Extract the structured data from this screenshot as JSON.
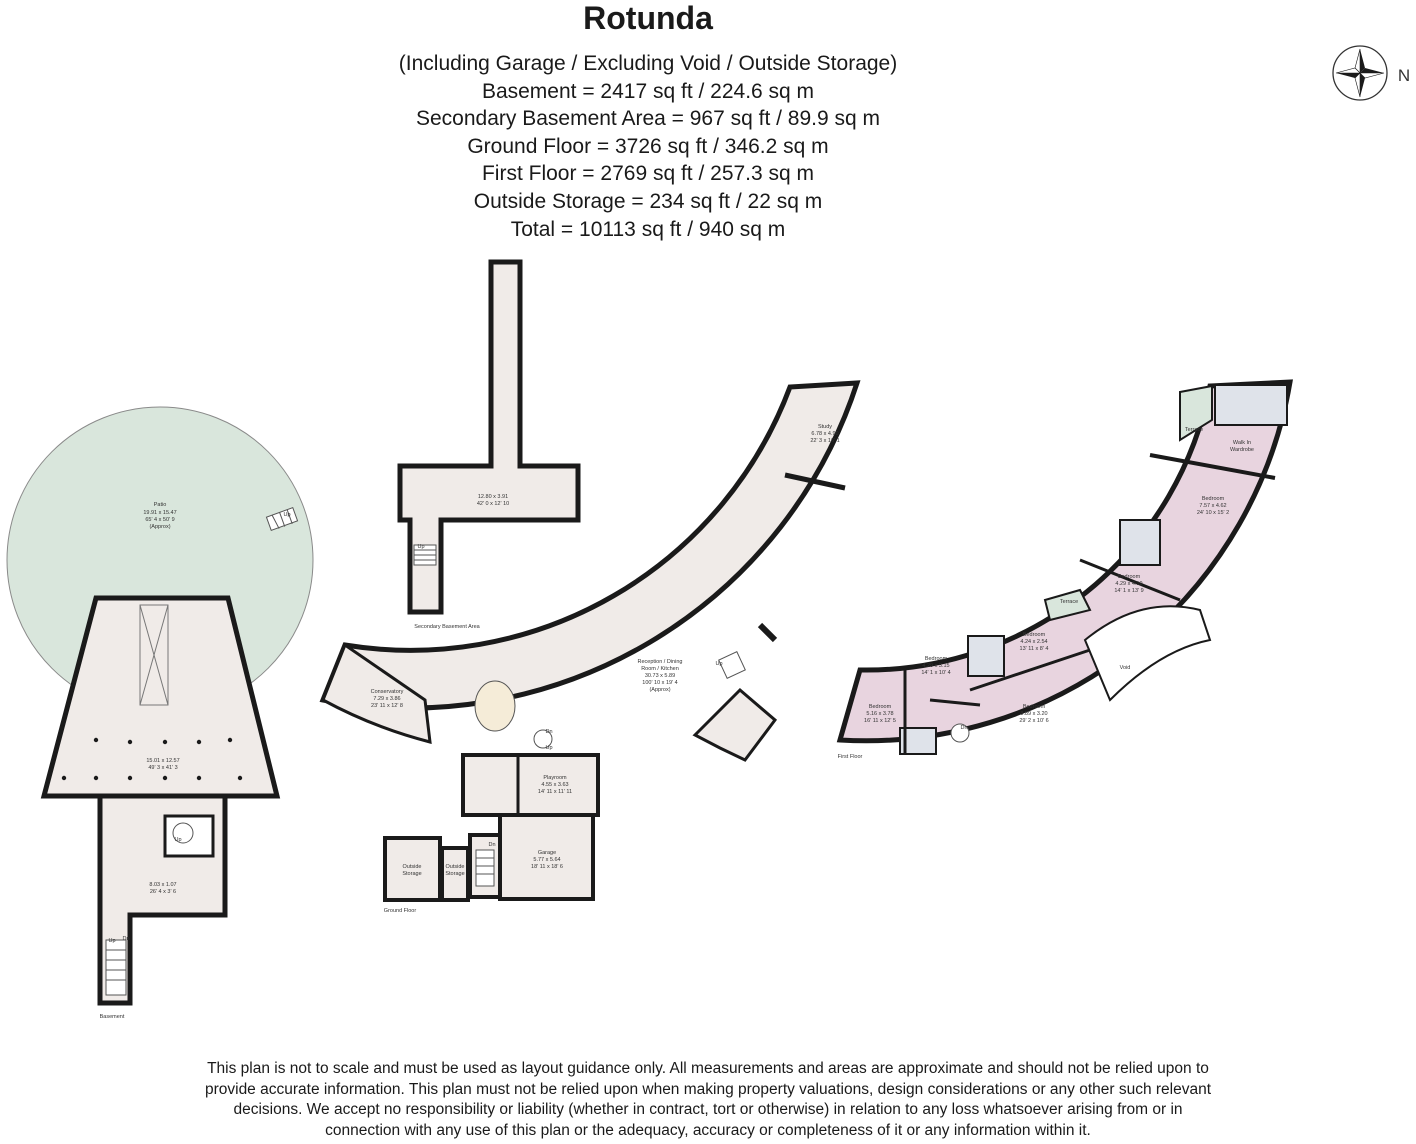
{
  "title": "Rotunda",
  "areas": [
    "(Including Garage / Excluding Void / Outside Storage)",
    "Basement = 2417 sq ft / 224.6 sq m",
    "Secondary Basement Area  = 967 sq ft / 89.9 sq m",
    "Ground Floor = 3726 sq ft / 346.2 sq m",
    "First Floor = 2769 sq ft / 257.3 sq m",
    "Outside Storage = 234 sq ft / 22 sq m",
    "Total = 10113 sq ft / 940 sq m"
  ],
  "compass": {
    "label": "N"
  },
  "colors": {
    "patio": "#d9e6dc",
    "floor": "#f0ebe8",
    "bedroom": "#e8d4df",
    "wall": "#1a1a1a",
    "terrace": "#d9e6dc"
  },
  "floors": {
    "basement": {
      "name": "Basement",
      "patio": {
        "label": "Patio",
        "dims_m": "19.91 x 15.47",
        "dims_ft": "65' 4 x 50' 9",
        "note": "(Approx)"
      },
      "main_room": {
        "dims_m": "15.01 x 12.57",
        "dims_ft": "49' 3 x 41' 3"
      },
      "lower_room": {
        "dims_m": "8.03 x 1.07",
        "dims_ft": "26' 4 x 3' 6"
      },
      "stairs": [
        "Up",
        "Up",
        "Dn",
        "Up"
      ]
    },
    "secondary_basement": {
      "name": "Secondary Basement Area",
      "room": {
        "dims_m": "12.80 x 3.91",
        "dims_ft": "42' 0 x 12' 10"
      },
      "stairs": "Up"
    },
    "ground": {
      "name": "Ground Floor",
      "study": {
        "label": "Study",
        "dims_m": "6.78 x 4.90",
        "dims_ft": "22' 3 x 16' 1"
      },
      "reception": {
        "label": "Reception / Dining",
        "label2": "Room / Kitchen",
        "dims_m": "30.73 x 5.89",
        "dims_ft": "100' 10 x 19' 4",
        "note": "(Approx)"
      },
      "conservatory": {
        "label": "Conservatory",
        "dims_m": "7.29 x 3.86",
        "dims_ft": "23' 11 x 12' 8"
      },
      "playroom": {
        "label": "Playroom",
        "dims_m": "4.55 x 3.63",
        "dims_ft": "14' 11 x 11' 11"
      },
      "garage": {
        "label": "Garage",
        "dims_m": "5.77 x 5.64",
        "dims_ft": "18' 11 x 18' 6"
      },
      "storage1": {
        "label": "Outside",
        "label2": "Storage"
      },
      "storage2": {
        "label": "Outside",
        "label2": "Storage"
      },
      "stairs": [
        "Up",
        "Dn",
        "Up",
        "Dn"
      ]
    },
    "first": {
      "name": "First Floor",
      "terrace_top": "Terrace",
      "terrace_mid": "Terrace",
      "wardrobe": {
        "label": "Walk In",
        "label2": "Wardrobe"
      },
      "bed1": {
        "label": "Bedroom",
        "dims_m": "7.57 x 4.62",
        "dims_ft": "24' 10 x 15' 2"
      },
      "bed2": {
        "label": "Bedroom",
        "dims_m": "4.29 x 4.19",
        "dims_ft": "14' 1 x 13' 9"
      },
      "bed3": {
        "label": "Bedroom",
        "dims_m": "4.24 x 2.54",
        "dims_ft": "13' 11 x 8' 4"
      },
      "bed4": {
        "label": "Bedroom",
        "dims_m": "4.29 x 3.15",
        "dims_ft": "14' 1 x 10' 4"
      },
      "bed5": {
        "label": "Bedroom",
        "dims_m": "8.89 x 3.20",
        "dims_ft": "29' 2 x 10' 6"
      },
      "bed6": {
        "label": "Bedroom",
        "dims_m": "5.16 x 3.78",
        "dims_ft": "16' 11 x 12' 5"
      },
      "void": "Void",
      "stairs": "Dn"
    }
  },
  "disclaimer": [
    "This plan is not to scale and must be used as layout guidance only. All measurements and areas are approximate and should not be relied upon to",
    "provide accurate information. This plan must not be relied upon when making property valuations, design considerations or any other such relevant",
    "decisions. We accept no responsibility or liability (whether in contract, tort or otherwise) in relation to any loss whatsoever arising from or in",
    "connection with any use of this plan or the adequacy, accuracy or completeness of it or any information within it."
  ]
}
